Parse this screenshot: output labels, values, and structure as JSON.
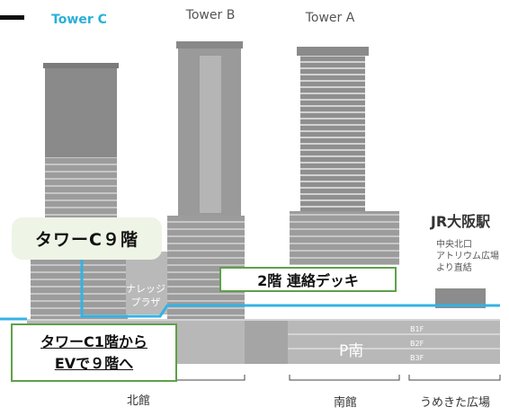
{
  "towers": {
    "c": "Tower C",
    "b": "Tower B",
    "a": "Tower A"
  },
  "callouts": {
    "tower_c_9f": "タワーC９階",
    "deck": "2階 連絡デッキ",
    "route_line1": "タワーC1階から",
    "route_line2": "EVで９階へ"
  },
  "labels": {
    "knowledge_plaza_1": "ナレッジ",
    "knowledge_plaza_2": "プラザ",
    "jr_station": "JR大阪駅",
    "station_note_1": "中央北口",
    "station_note_2": "アトリウム広場",
    "station_note_3": "より直結",
    "parking": "P南",
    "b1f": "B1F",
    "b2f": "B2F",
    "b3f": "B3F"
  },
  "sections": {
    "north": "北館",
    "south": "南館",
    "umekita": "うめきた広場"
  },
  "colors": {
    "tower_c_label": "#2ab0d8",
    "tower_label": "#555555",
    "route_line": "#34b2e4",
    "callout_border": "#5fa04a",
    "building": "#9c9c9c"
  }
}
